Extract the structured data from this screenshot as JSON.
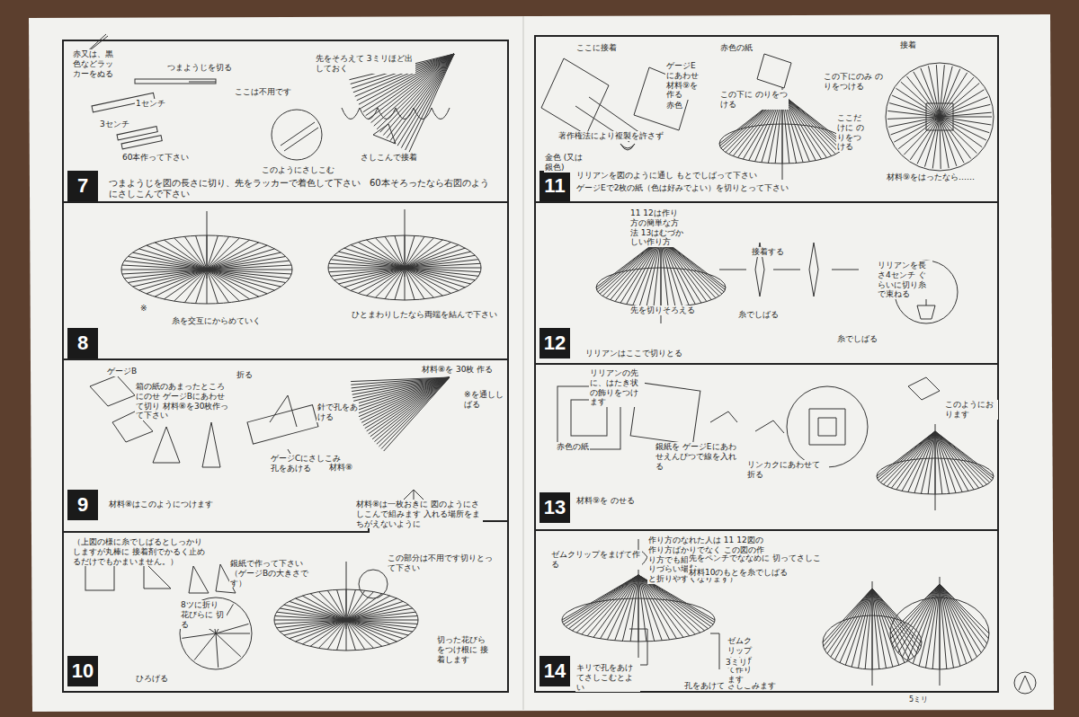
{
  "diagram": {
    "nodes": [
      {
        "text": [
          "7"
        ]
      },
      {
        "text": [
          "8"
        ]
      },
      {
        "text": [
          "9"
        ]
      },
      {
        "text": [
          "10"
        ]
      },
      {
        "text": [
          "11"
        ]
      },
      {
        "text": [
          "12"
        ]
      },
      {
        "text": [
          "13"
        ]
      },
      {
        "text": [
          "14"
        ]
      }
    ],
    "labels": [
      "赤又は、黒色などラッカーをぬる",
      "1センチ",
      "3センチ",
      "つまようじを切る",
      "ここは不用です",
      "先をそろえて 3ミリほど出しておく",
      "60本作って下さい",
      "このようにさしこむ",
      "さしこんで接着",
      "つまようじを図の長さに切り、先をラッカーで着色して下さい　60本そろったなら右図のようにさしこんで下さい",
      "※",
      "糸を交互にからめていく",
      "ひとまわりしたなら両端を結んで下さい",
      "ゲージB",
      "箱の紙のあまったところにのせ ゲージBにあわせて切り 材料⑧を30枚作って下さい",
      "折る",
      "ゲージCにさしこみ 孔をあける",
      "針で孔をあける",
      "材料⑧を 30枚 作る",
      "※を通ししばる",
      "材料⑧",
      "材料⑧は一枚おきに 図のようにさしこんで組みます 入れる場所をまちがえないように",
      "材料⑧はこのようにつけます",
      "（上図の様に糸でしばるとしっかりしますが丸棒に 接着剤でかるく止めるだけでもかまいません。）",
      "銀紙で作って下さい （ゲージBの大きさです）",
      "8ツに折り花びらに 切る",
      "ひろげる",
      "この部分は不用です切りとって下さい",
      "切った花びらをつけ根に 接着します",
      "ここに接着",
      "ゲージEにあわせ 材料⑨を 作る",
      "赤色",
      "金色 (又は銀色)",
      "赤色の紙",
      "この下に のりをつける",
      "この下にのみ のりをつける",
      "ここだけに のりをつける",
      "接着",
      "材料⑨をはったなら……",
      "リリアンを図のように通し もとでしばって下さい",
      "ゲージEで2枚の紙（色は好みでよい）を切りとって下さい",
      "11 12は作り方の簡単な方法 13はむづかしい作り方",
      "接着する",
      "リリアンを長さ4センチ ぐらいに切り糸で束ねる",
      "糸でしばる",
      "糸でしばる",
      "先を切りそろえる",
      "リリアンはここで切りとる",
      "リリアンの先に、はたき状の飾りをつけます",
      "赤色の紙",
      "銀紙を ゲージEにあわせえんぴつで線を入れる",
      "リンカクにあわせて 折る",
      "このようにおります",
      "材料⑨を のせる",
      "作り方のなれた人は 11 12図の作り方ばかりでなく この図の作り方でも組んで下さい （手で折りづらい場合は極枝を使用すると折りやすくなります）",
      "ゼムクリップをまげて作る",
      "先をペンチでななめに 切ってさしこむ",
      "材料10のもとを糸でしばる",
      "キリで孔をあけてさしこむとよい",
      "孔をあけて さしこみます",
      "ゼムクリップをまげて作ります",
      "3ミリ",
      "5ミリ",
      "著作権法により複製を許さず"
    ]
  }
}
